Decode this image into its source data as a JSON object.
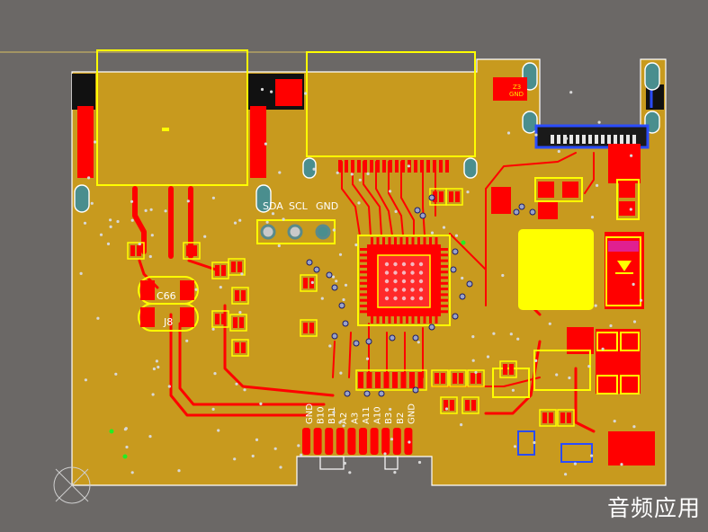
{
  "board": {
    "colors": {
      "background": "#6b6866",
      "copper_pour": "#c89a1e",
      "top_copper": "#ff0000",
      "silkscreen": "#ffff00",
      "connector_pad": "#4a8e8e"
    },
    "header_pins_labels": [
      "SDA",
      "SCL",
      "GND"
    ],
    "bottom_connector_labels": [
      "GND",
      "B10",
      "B11",
      "A2",
      "A3",
      "A11",
      "A10",
      "B3",
      "B2",
      "GND"
    ],
    "component_labels": {
      "c66": "C66",
      "j8": "J8",
      "z3": "Z3",
      "gnd_tag": "GND"
    }
  },
  "watermark": "音频应用"
}
